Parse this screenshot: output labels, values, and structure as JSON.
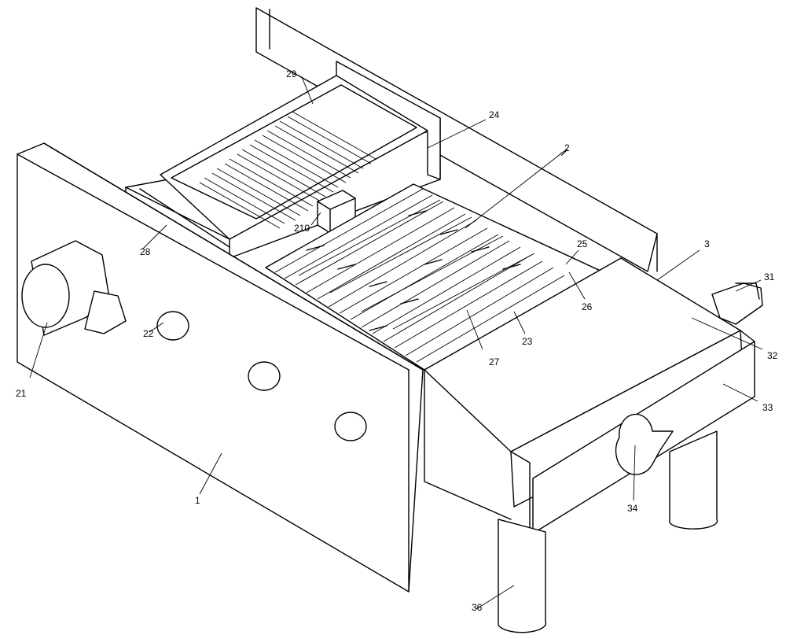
{
  "labels": {
    "l1": "1",
    "l2": "2",
    "l3": "3",
    "l21": "21",
    "l22": "22",
    "l23": "23",
    "l24": "24",
    "l25": "25",
    "l26": "26",
    "l27": "27",
    "l28": "28",
    "l29": "29",
    "l210": "210",
    "l31": "31",
    "l32": "32",
    "l33": "33",
    "l34": "34",
    "l36": "36"
  }
}
